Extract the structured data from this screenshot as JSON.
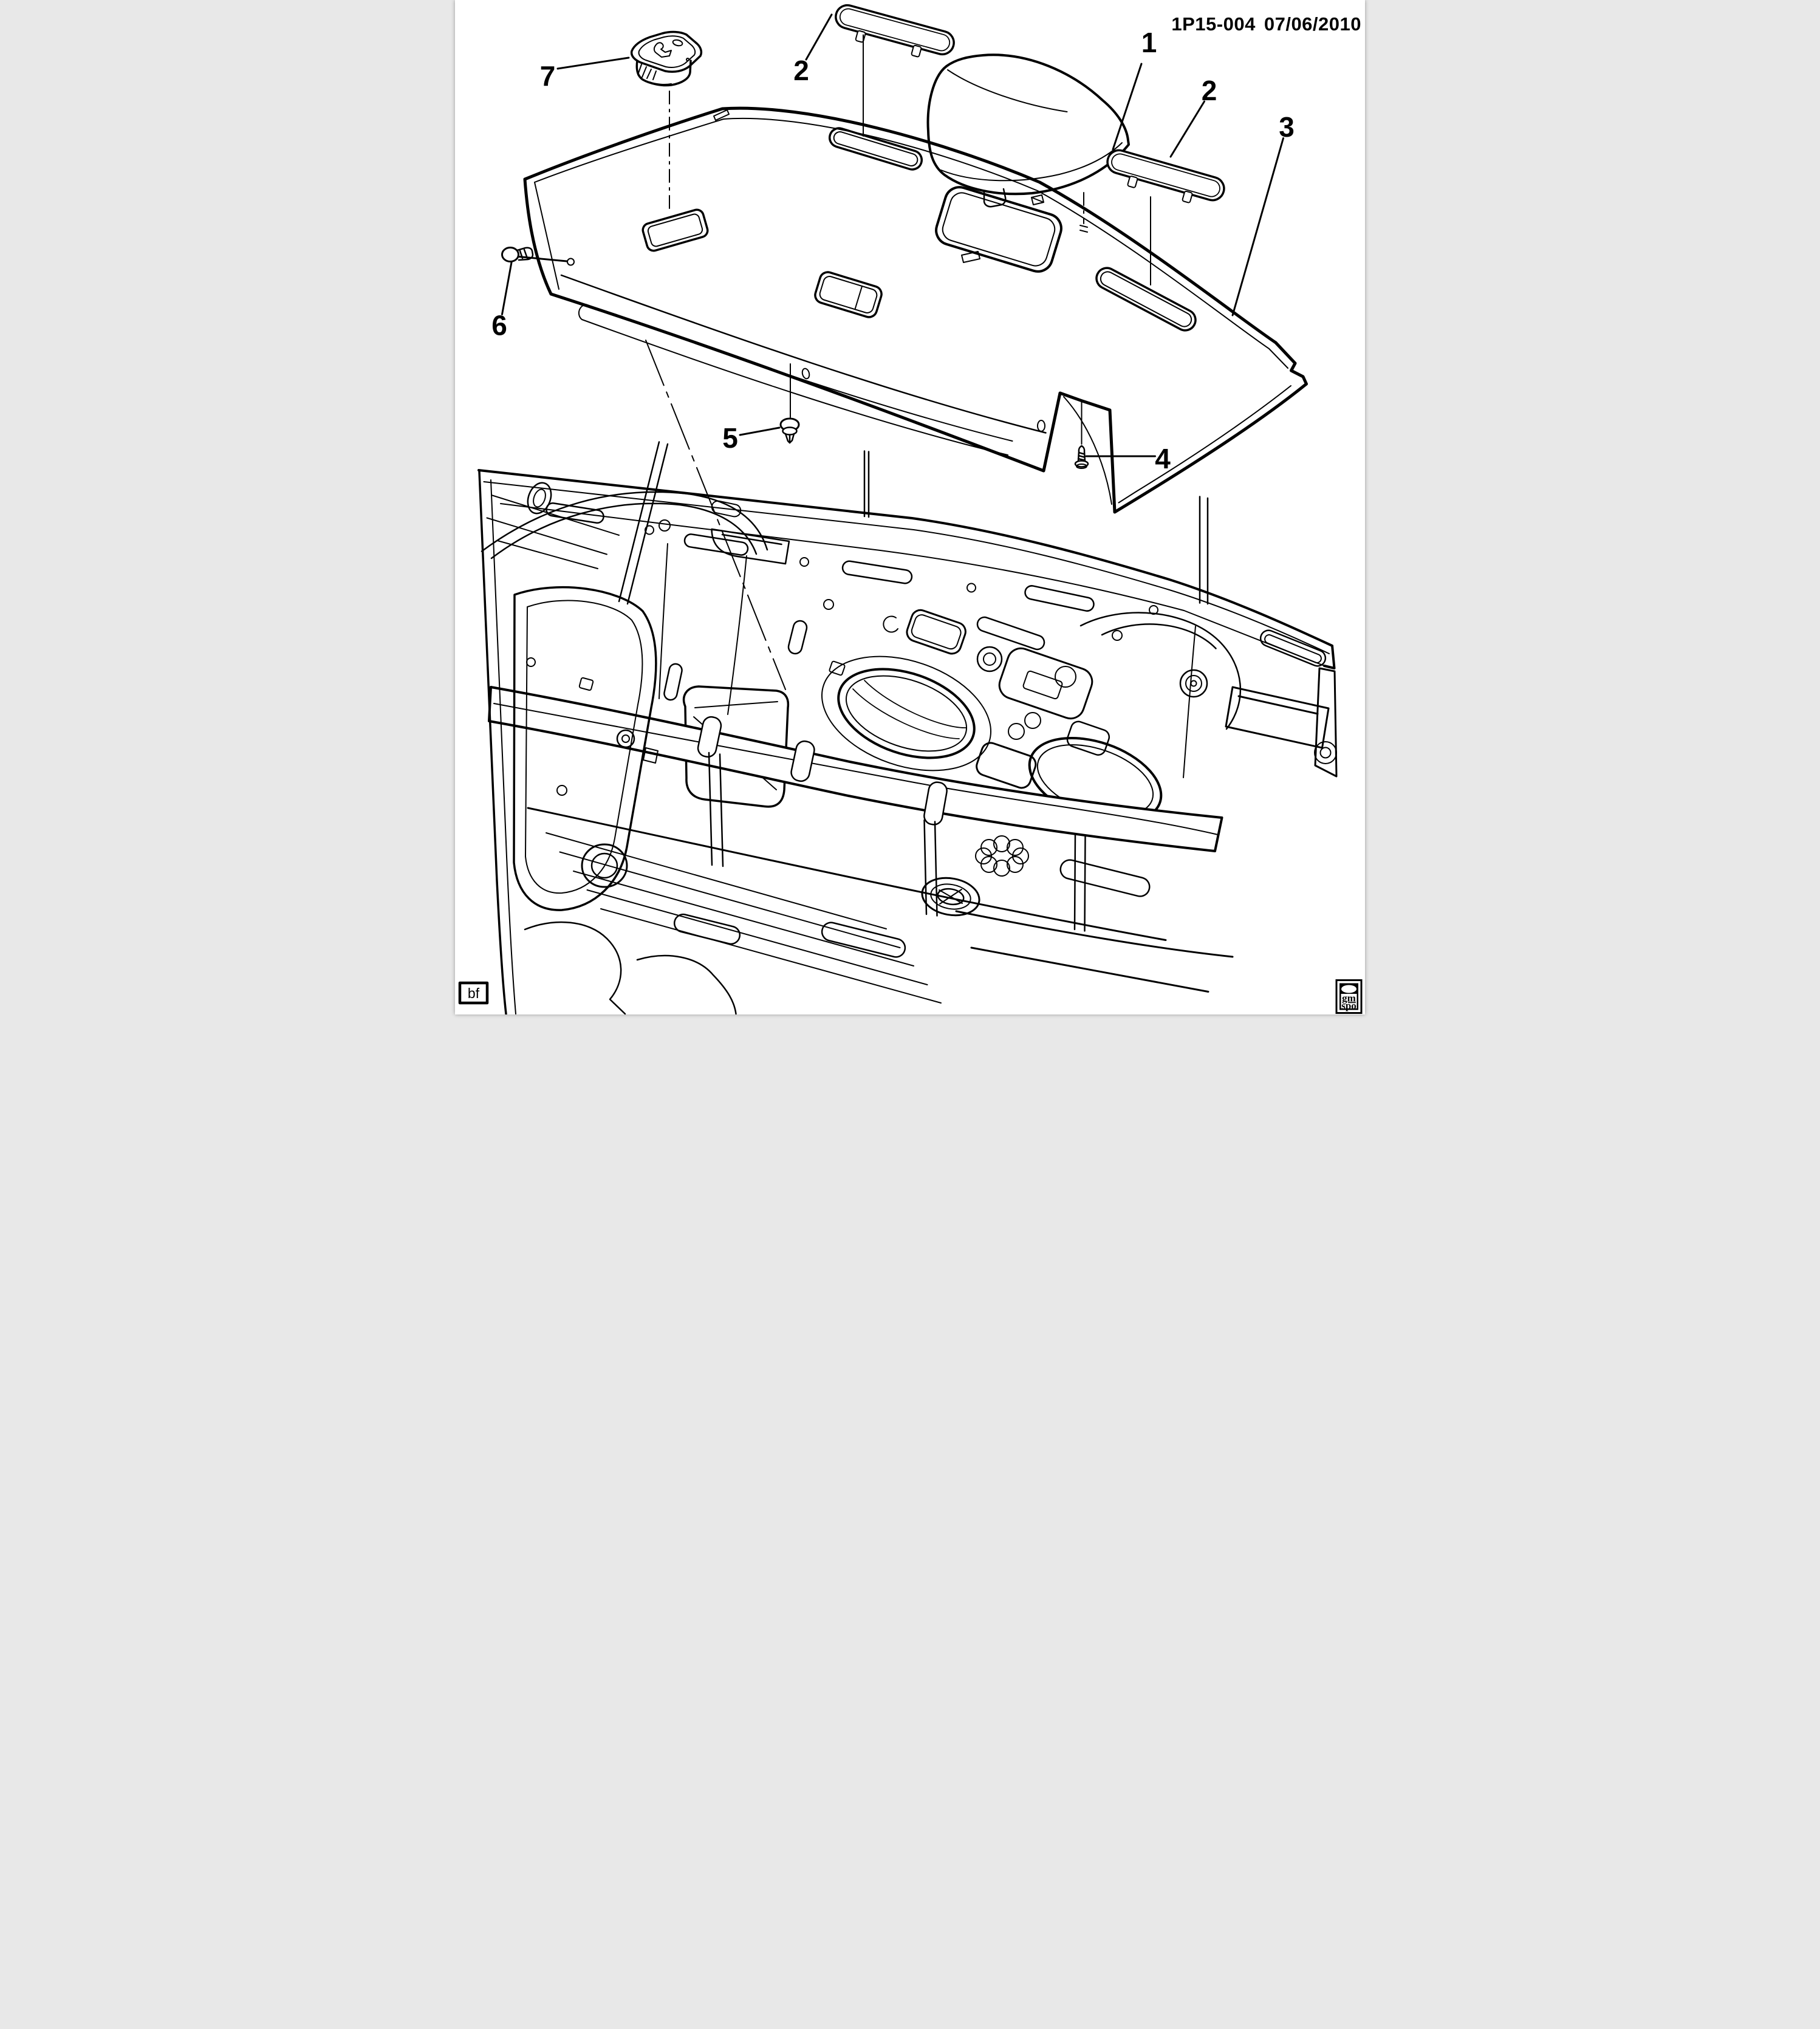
{
  "header": {
    "diagram_code": "1P15-004",
    "date": "07/06/2010"
  },
  "callouts": [
    {
      "label": "1"
    },
    {
      "label": "2"
    },
    {
      "label": "2"
    },
    {
      "label": "3"
    },
    {
      "label": "4"
    },
    {
      "label": "5"
    },
    {
      "label": "6"
    },
    {
      "label": "7"
    }
  ],
  "footer": {
    "page_code": "bf",
    "logo_top": "gm",
    "logo_bottom": "spo"
  },
  "colors": {
    "background": "#ffffff",
    "line": "#000000"
  }
}
